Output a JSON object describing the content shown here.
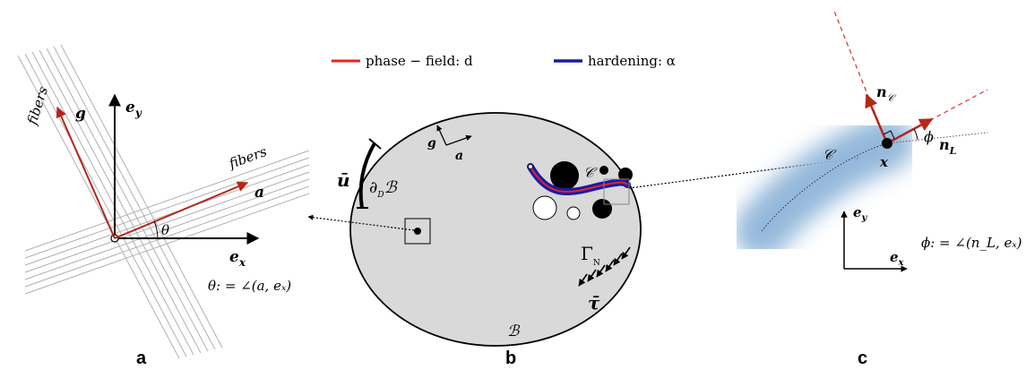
{
  "panels": {
    "a": {
      "letter": "a",
      "fibers_label_1": "fibers",
      "fibers_label_2": "fibers",
      "g_label": "g",
      "a_label": "a",
      "ey_label": "e",
      "ey_sub": "y",
      "ex_label": "e",
      "ex_sub": "x",
      "theta_label": "θ",
      "theta_def": "θ: = ∠(a, eₓ)"
    },
    "b": {
      "letter": "b",
      "legend_phase": "phase − field: d",
      "legend_hardening": "hardening:  α",
      "u_bar_label": "ū",
      "dirichlet_label": "∂",
      "dirichlet_sub": "D",
      "dirichlet_B": "ℬ",
      "gamma_label": "Γ",
      "gamma_sub": "N",
      "tau_label": "τ̄",
      "body_label": "ℬ",
      "crack_label": "𝒞",
      "g_label": "g",
      "a_label": "a"
    },
    "c": {
      "letter": "c",
      "nc_label": "n",
      "nc_sub": "𝒞",
      "nl_label": "n",
      "nl_sub": "L",
      "phi_label": "ϕ",
      "x_label": "x",
      "crack_label": "𝒞",
      "ey_label": "e",
      "ey_sub": "y",
      "ex_label": "e",
      "ex_sub": "x",
      "phi_def": "ϕ: = ∠(n_L, eₓ)"
    }
  },
  "colors": {
    "red_vector": "#b5271b",
    "phase_field": "#e8231f",
    "hardening": "#1b1aa6",
    "body_fill": "#d9d9d9",
    "fiber_line": "#b0b0b0",
    "crack_blue": "#8fb5d9"
  }
}
